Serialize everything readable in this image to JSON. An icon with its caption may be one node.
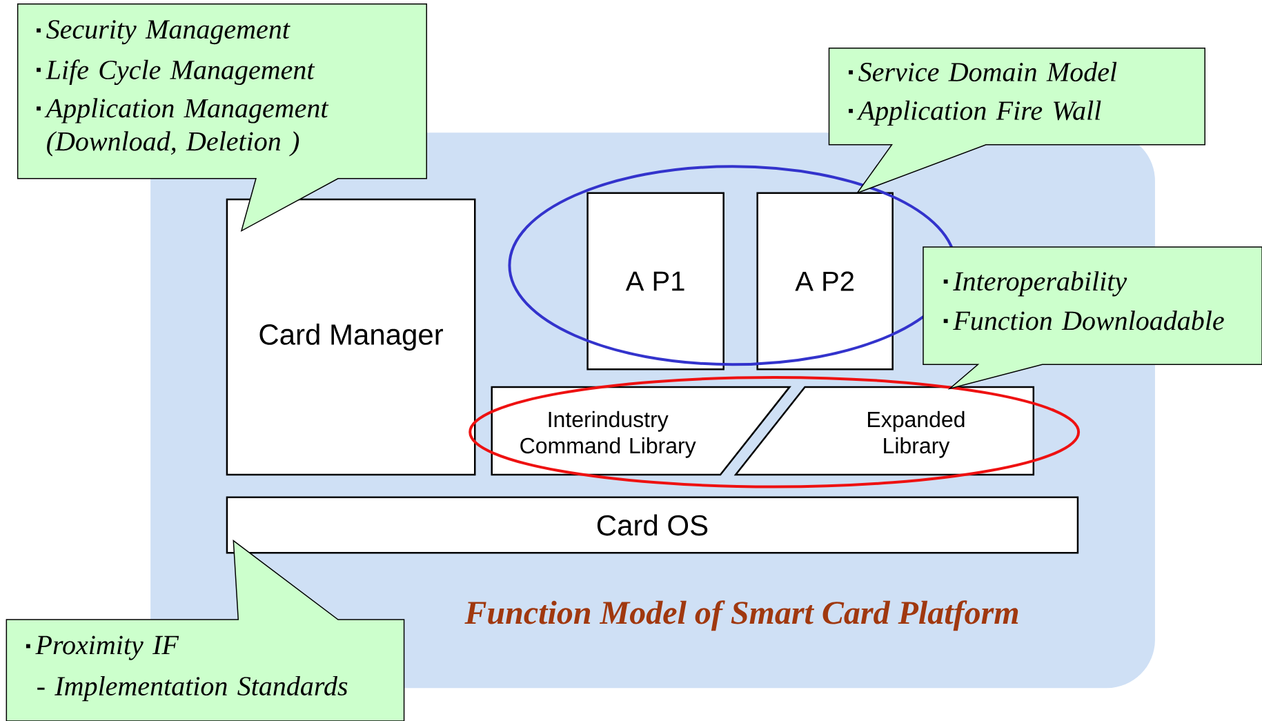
{
  "diagram": {
    "nodes": [
      {
        "text": [
          "Function Model of Smart Card Platform"
        ]
      },
      {
        "text": [
          "Card Manager"
        ],
        "in": 0
      },
      {
        "text": [
          "A P1"
        ],
        "in": 7
      },
      {
        "text": [
          "A P2"
        ],
        "in": 7
      },
      {
        "text": [
          "Interindustry Command Library"
        ],
        "in": 8
      },
      {
        "text": [
          "Expanded Library"
        ],
        "in": 8
      },
      {
        "text": [
          "Card OS"
        ],
        "in": 0
      },
      {
        "text": [],
        "shape": "ellipse",
        "in": 0
      },
      {
        "text": [],
        "shape": "ellipse",
        "in": 0
      },
      {
        "text": [
          "Security Management",
          "Life Cycle Management",
          "Application Management (Download, Deletion )"
        ]
      },
      {
        "text": [
          "Service Domain Model",
          "Application Fire Wall"
        ]
      },
      {
        "text": [
          "Interoperability",
          "Function Downloadable"
        ]
      },
      {
        "text": [
          "Proximity IF",
          "- Implementation Standards"
        ]
      }
    ]
  }
}
